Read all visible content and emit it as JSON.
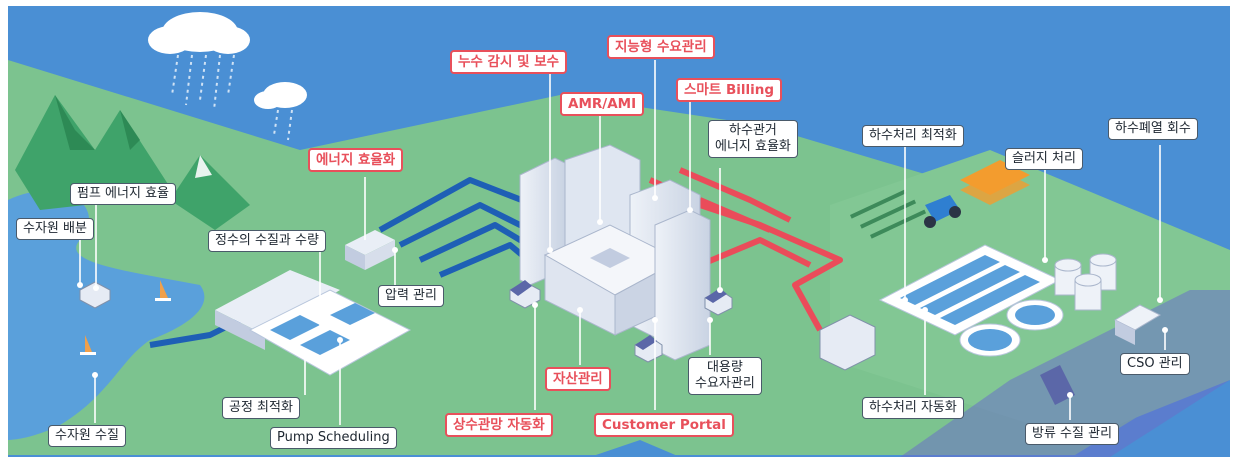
{
  "colors": {
    "sea": "#4a8fd4",
    "land": "#7cc38f",
    "lake": "#5aa0db",
    "water_pipe": "#1e5fb5",
    "sewer_pipe": "#ea4c5a",
    "label_border": "#4a5a6a",
    "highlight": "#e8505b"
  },
  "labels": {
    "pump_energy": "펌프 에너지 효율",
    "source_distribution": "수자원 배분",
    "purification_quality": "정수의 수질과 수량",
    "energy_efficiency": "에너지 효율화",
    "pressure_management": "압력 관리",
    "process_optimization": "공정 최적화",
    "pump_scheduling": "Pump Scheduling",
    "source_quality": "수자원 수질",
    "leak_detection": "누수 감시 및 보수",
    "amr_ami": "AMR/AMI",
    "smart_demand": "지능형 수요관리",
    "smart_billing": "스마트 Billing",
    "sewer_energy_line1": "하수관거",
    "sewer_energy_line2": "에너지 효율화",
    "asset_management": "자산관리",
    "pipe_automation": "상수관망 자동화",
    "customer_portal": "Customer Portal",
    "large_consumer_line1": "대용량",
    "large_consumer_line2": "수요자관리",
    "sewage_optimization": "하수처리 최적화",
    "sludge_treatment": "슬러지 처리",
    "sewage_heat_recovery": "하수폐열 회수",
    "sewage_automation": "하수처리 자동화",
    "cso_management": "CSO 관리",
    "discharge_quality": "방류 수질 관리"
  }
}
